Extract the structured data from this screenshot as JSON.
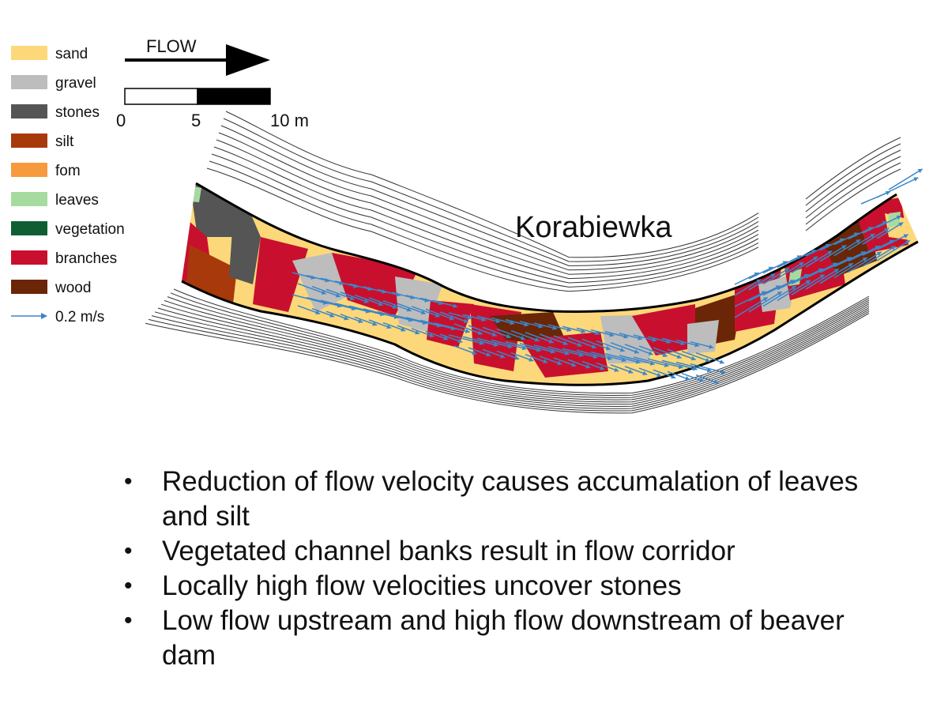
{
  "legend": {
    "items": [
      {
        "label": "sand",
        "color": "#fcd87a"
      },
      {
        "label": "gravel",
        "color": "#bdbdbd"
      },
      {
        "label": "stones",
        "color": "#555555"
      },
      {
        "label": "silt",
        "color": "#a8390b"
      },
      {
        "label": "fom",
        "color": "#f79a3e"
      },
      {
        "label": "leaves",
        "color": "#a6dba0"
      },
      {
        "label": "vegetation",
        "color": "#0f5e33"
      },
      {
        "label": "branches",
        "color": "#c8102e"
      },
      {
        "label": "wood",
        "color": "#6b2507"
      }
    ],
    "arrow_label": "0.2 m/s",
    "arrow_color": "#3a86c8"
  },
  "flow_label": "FLOW",
  "scalebar": {
    "ticks": [
      "0",
      "5",
      "10 m"
    ]
  },
  "map_title": "Korabiewka",
  "bullets": [
    "Reduction of flow velocity causes accumalation of leaves and silt",
    "Vegetated channel banks result in flow corridor",
    "Locally high flow velocities uncover stones",
    "Low flow upstream and high flow downstream of beaver dam"
  ]
}
